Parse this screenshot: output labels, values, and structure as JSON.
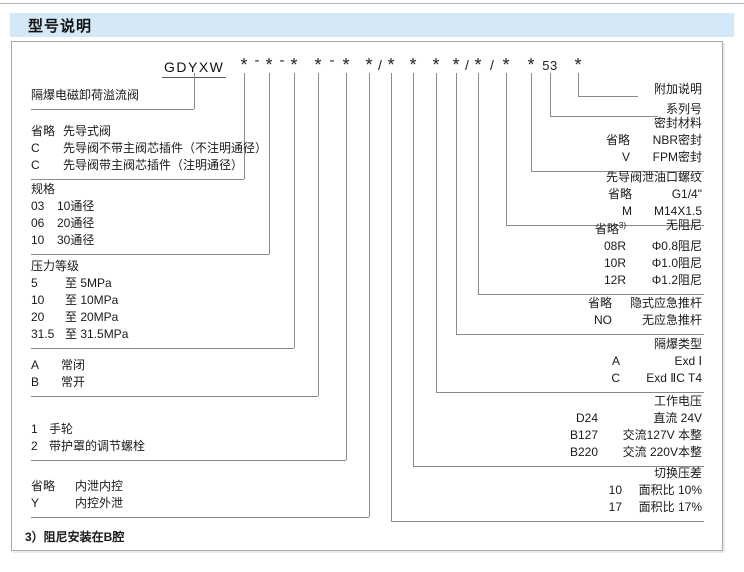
{
  "header": {
    "title": "型号说明"
  },
  "code": {
    "prefix": "GDYXW",
    "tokens": [
      "*",
      "-",
      "*",
      "-",
      "*",
      "*",
      "-",
      "*",
      "*",
      "/",
      "*",
      "*",
      "*",
      "*",
      "/",
      "*",
      "/",
      "*",
      "*",
      "53",
      "*"
    ]
  },
  "left": {
    "product_name": "隔爆电磁卸荷溢流阀",
    "pilot_valve": {
      "rows": [
        {
          "code": "省略",
          "desc": "先导式阀"
        },
        {
          "code": "C",
          "desc": "先导阀不带主阀芯插件（不注明通径）"
        },
        {
          "code": "C",
          "desc": "先导阀带主阀芯插件（注明通径）"
        }
      ]
    },
    "spec": {
      "header": "规格",
      "rows": [
        {
          "code": "03",
          "desc": "10通径"
        },
        {
          "code": "06",
          "desc": "20通径"
        },
        {
          "code": "10",
          "desc": "30通径"
        }
      ]
    },
    "pressure": {
      "header": "压力等级",
      "rows": [
        {
          "code": "5",
          "desc": "至  5MPa"
        },
        {
          "code": "10",
          "desc": "至 10MPa"
        },
        {
          "code": "20",
          "desc": "至 20MPa"
        },
        {
          "code": "31.5",
          "desc": "至 31.5MPa"
        }
      ]
    },
    "normal_state": {
      "rows": [
        {
          "code": "A",
          "desc": "常闭"
        },
        {
          "code": "B",
          "desc": "常开"
        }
      ]
    },
    "adjust": {
      "rows": [
        {
          "code": "1",
          "desc": "手轮"
        },
        {
          "code": "2",
          "desc": "带护罩的调节螺栓"
        }
      ]
    },
    "drain": {
      "rows": [
        {
          "code": "省略",
          "desc": "内泄内控"
        },
        {
          "code": "Y",
          "desc": "内控外泄"
        }
      ]
    }
  },
  "right": {
    "additional_note": "附加说明",
    "series_no": "系列号",
    "seal": {
      "header": "密封材料",
      "rows": [
        {
          "code": "省略",
          "desc": "NBR密封"
        },
        {
          "code": "V",
          "desc": "FPM密封"
        }
      ]
    },
    "thread": {
      "header": "先导阀泄油口螺纹",
      "rows": [
        {
          "code": "省略",
          "desc": "G1/4\""
        },
        {
          "code": "M",
          "desc": "M14X1.5"
        }
      ]
    },
    "damping": {
      "rows": [
        {
          "code": "省略",
          "sup": "3)",
          "desc": "无阻尼"
        },
        {
          "code": "08R",
          "desc": "Φ0.8阻尼"
        },
        {
          "code": "10R",
          "desc": "Φ1.0阻尼"
        },
        {
          "code": "12R",
          "desc": "Φ1.2阻尼"
        }
      ]
    },
    "push_rod": {
      "rows": [
        {
          "code": "省略",
          "desc": "隐式应急推杆"
        },
        {
          "code": "NO",
          "desc": "无应急推杆"
        }
      ]
    },
    "exproof": {
      "header": "隔爆类型",
      "rows": [
        {
          "code": "A",
          "desc": "Exd Ⅰ"
        },
        {
          "code": "C",
          "desc": "Exd ⅡC T4"
        }
      ]
    },
    "voltage": {
      "header": "工作电压",
      "rows": [
        {
          "code": "D24",
          "desc": "直流 24V"
        },
        {
          "code": "B127",
          "desc": "交流127V 本整"
        },
        {
          "code": "B220",
          "desc": "交流 220V本整"
        }
      ]
    },
    "pressure_diff": {
      "header": "切换压差",
      "rows": [
        {
          "code": "10",
          "desc": "面积比  10%"
        },
        {
          "code": "17",
          "desc": "面积比  17%"
        }
      ]
    }
  },
  "footnote": "3）阻尼安装在B腔",
  "colors": {
    "header_bg": "#d4e8f7",
    "line": "#8a8a8a",
    "text": "#1a1a1a"
  }
}
